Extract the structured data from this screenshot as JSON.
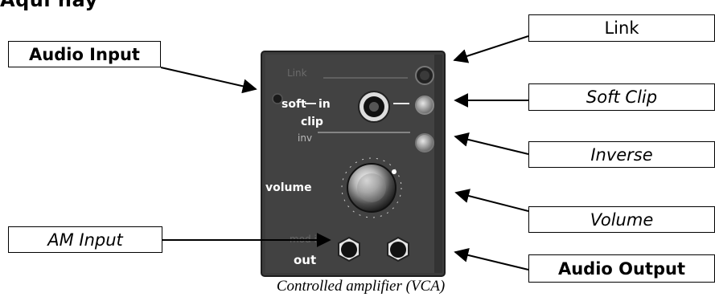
{
  "page": {
    "heading_fragment": "Aquí hay"
  },
  "labels": {
    "audio_input": "Audio Input",
    "am_input": "AM Input",
    "link": "Link",
    "soft_clip": "Soft Clip",
    "inverse": "Inverse",
    "volume": "Volume",
    "audio_output": "Audio Output"
  },
  "module": {
    "link": "Link",
    "soft": "soft",
    "clip": "clip",
    "in": "in",
    "inv": "inv",
    "volume": "volume",
    "mod_in": "mod in",
    "out": "out"
  },
  "caption": "Controlled amplifier (VCA)"
}
